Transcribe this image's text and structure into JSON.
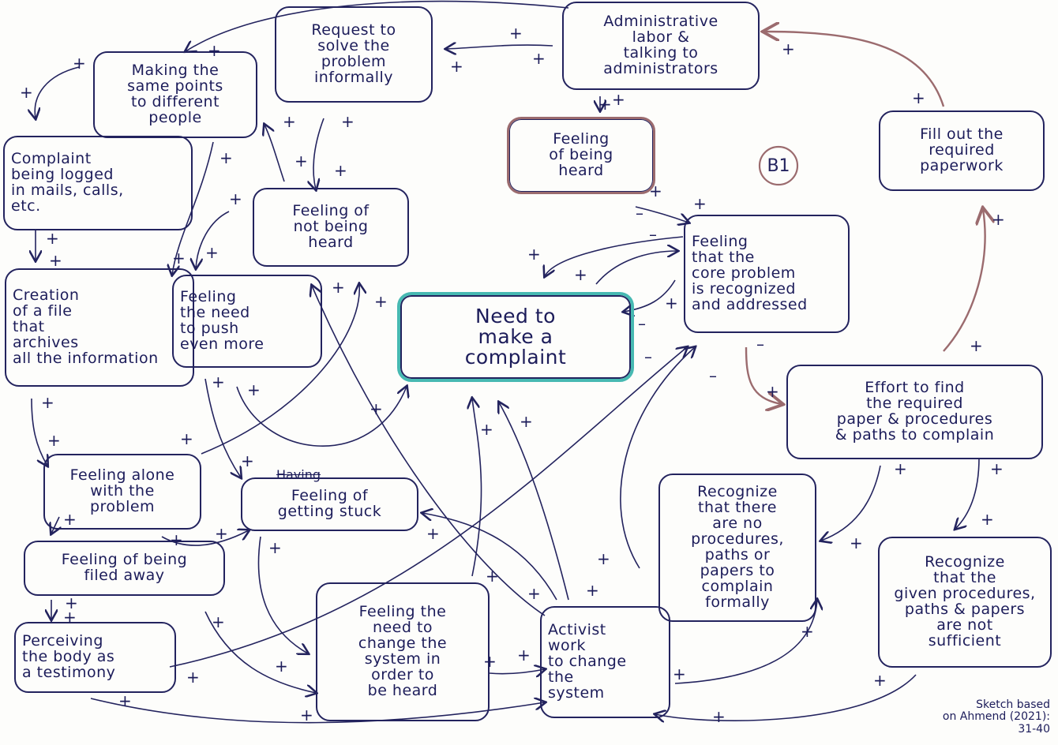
{
  "nodes": {
    "need_complaint": "Need to\nmake a\ncomplaint",
    "request_informal": "Request to\nsolve the\nproblem\ninformally",
    "admin_labor": "Administrative\nlabor &\ntalking to\nadministrators",
    "making_same_points": "Making the\nsame points\nto different\npeople",
    "feeling_heard": "Feeling\nof being\nheard",
    "loop_label": "B1",
    "fill_paperwork": "Fill out the\nrequired\npaperwork",
    "complaint_logged": "Complaint\nbeing logged\nin mails, calls,\netc.",
    "feeling_not_heard": "Feeling of\nnot being\nheard",
    "core_problem": "Feeling\nthat the\ncore problem\nis recognized\nand addressed",
    "creation_file": "Creation\nof a file\nthat\narchives\nall the information",
    "feeling_push": "Feeling\nthe need\nto push\neven more",
    "effort_find": "Effort to find\nthe required\npaper & procedures\n& paths to complain",
    "feeling_alone": "Feeling alone\nwith the\nproblem",
    "feeling_stuck_struck": "Having",
    "feeling_stuck": "Feeling of\ngetting stuck",
    "recognize_none": "Recognize\nthat there\nare no\nprocedures,\npaths or\npapers to\ncomplain\nformally",
    "recognize_insufficient": "Recognize\nthat the\ngiven procedures,\npaths & papers\nare not\nsufficient",
    "feeling_filed": "Feeling of being\nfiled away",
    "perceiving_body": "Perceiving\nthe body as\na testimony",
    "feeling_change": "Feeling the\nneed to\nchange the\nsystem in\norder to\nbe heard",
    "activist_work": "Activist\nwork\nto change\nthe\nsystem"
  },
  "note": "Sketch based\non Ahmend (2021):\n31-40",
  "signs": {
    "plus": "+",
    "minus": "–"
  },
  "colors": {
    "ink": "#23235e",
    "teal": "#47b9b2",
    "brown": "#9b6b6e"
  }
}
